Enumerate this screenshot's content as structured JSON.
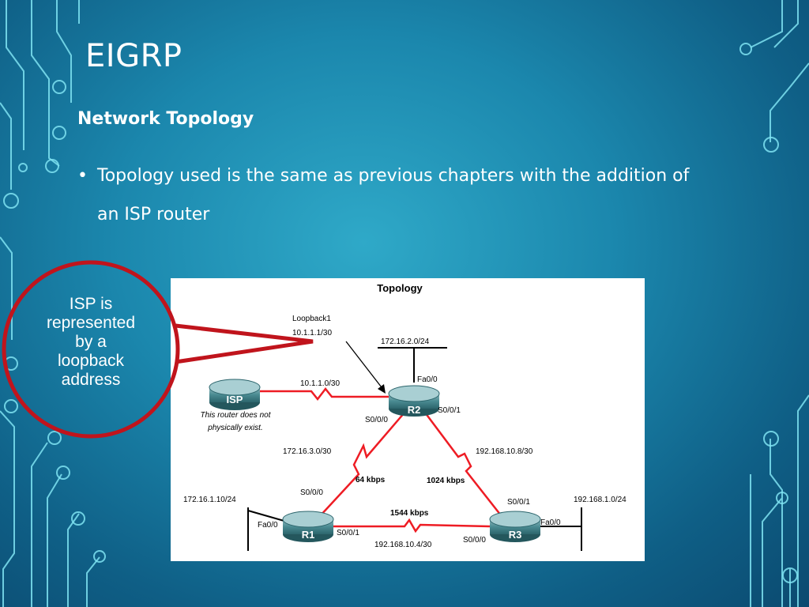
{
  "slide": {
    "title": "EIGRP",
    "subheading": "Network Topology",
    "bullet_marker": "•",
    "bullet_text": "Topology used is the same as previous chapters with the addition of an ISP router"
  },
  "callout": {
    "lines": [
      "ISP is",
      "represented",
      "by a",
      "loopback",
      "address"
    ],
    "ring_color": "#c0141c"
  },
  "diagram": {
    "title": "Topology",
    "loopback_label": "Loopback1",
    "loopback_ip": "10.1.1.1/30",
    "isp_link": "10.1.1.0/30",
    "isp_note_line1": "This router does not",
    "isp_note_line2": "physically exist.",
    "r2_lan": "172.16.2.0/24",
    "r2_fa": "Fa0/0",
    "r2_s000": "S0/0/0",
    "r2_s001": "S0/0/1",
    "r1_r2_net": "172.16.3.0/30",
    "r1_r2_speed": "64 kbps",
    "r2_r3_net": "192.168.10.8/30",
    "r2_r3_speed": "1024 kbps",
    "r1_s000": "S0/0/0",
    "r1_s001": "S0/0/1",
    "r1_fa": "Fa0/0",
    "r1_lan": "172.16.1.10/24",
    "r1_r3_speed": "1544 kbps",
    "r1_r3_net": "192.168.10.4/30",
    "r3_s001": "S0/0/1",
    "r3_s000": "S0/0/0",
    "r3_fa": "Fa0/0",
    "r3_lan": "192.168.1.0/24",
    "routers": [
      "ISP",
      "R1",
      "R2",
      "R3"
    ],
    "link_color": "#ee1c24",
    "router_color": "#3d7e86"
  }
}
